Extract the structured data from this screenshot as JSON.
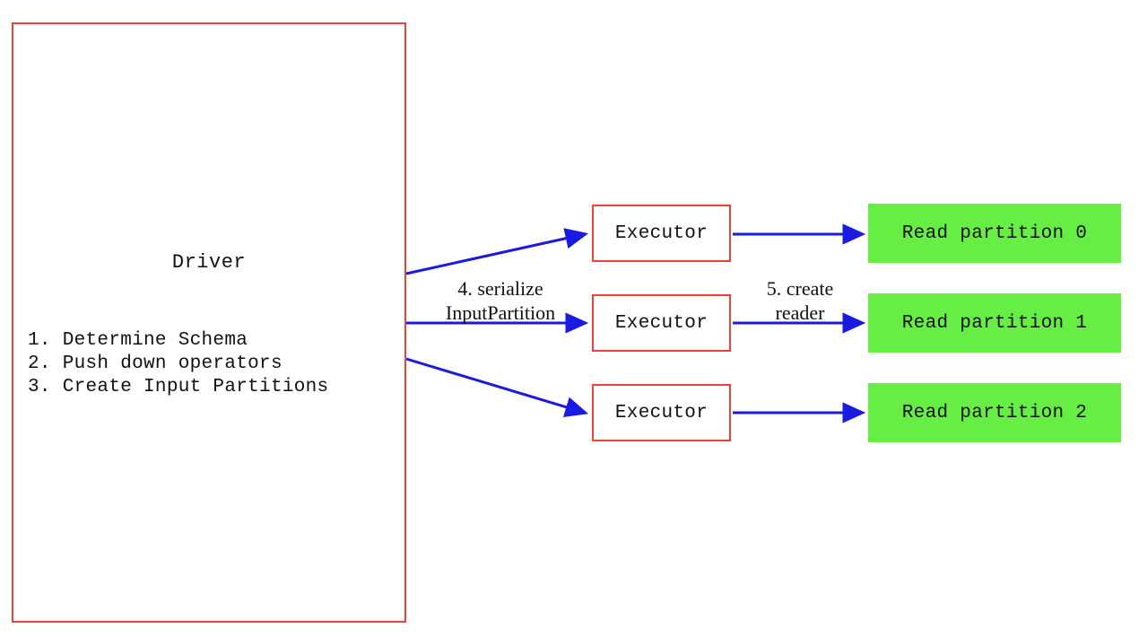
{
  "diagram": {
    "title_semantic": "spark-data-source-driver-executor-flow",
    "colors": {
      "box_border_red": "#ef4136",
      "partition_green": "#66ee44",
      "arrow_blue": "#1a1ae0",
      "text": "#111111",
      "background": "#ffffff"
    },
    "driver": {
      "label": "Driver",
      "steps": [
        "1. Determine Schema",
        "2. Push down operators",
        "3. Create Input Partitions"
      ],
      "steps_text": "1. Determine Schema\n2. Push down operators\n3. Create Input Partitions"
    },
    "executors": [
      {
        "label": "Executor"
      },
      {
        "label": "Executor"
      },
      {
        "label": "Executor"
      }
    ],
    "partitions": [
      {
        "label": "Read partition 0"
      },
      {
        "label": "Read partition 1"
      },
      {
        "label": "Read partition 2"
      }
    ],
    "edge_labels": [
      {
        "name": "serialize-input-partition",
        "line1": "4. serialize",
        "line2": "InputPartition",
        "text": "4. serialize\nInputPartition"
      },
      {
        "name": "create-reader",
        "line1": "5. create",
        "line2": "reader",
        "text": "5. create\nreader"
      }
    ]
  }
}
